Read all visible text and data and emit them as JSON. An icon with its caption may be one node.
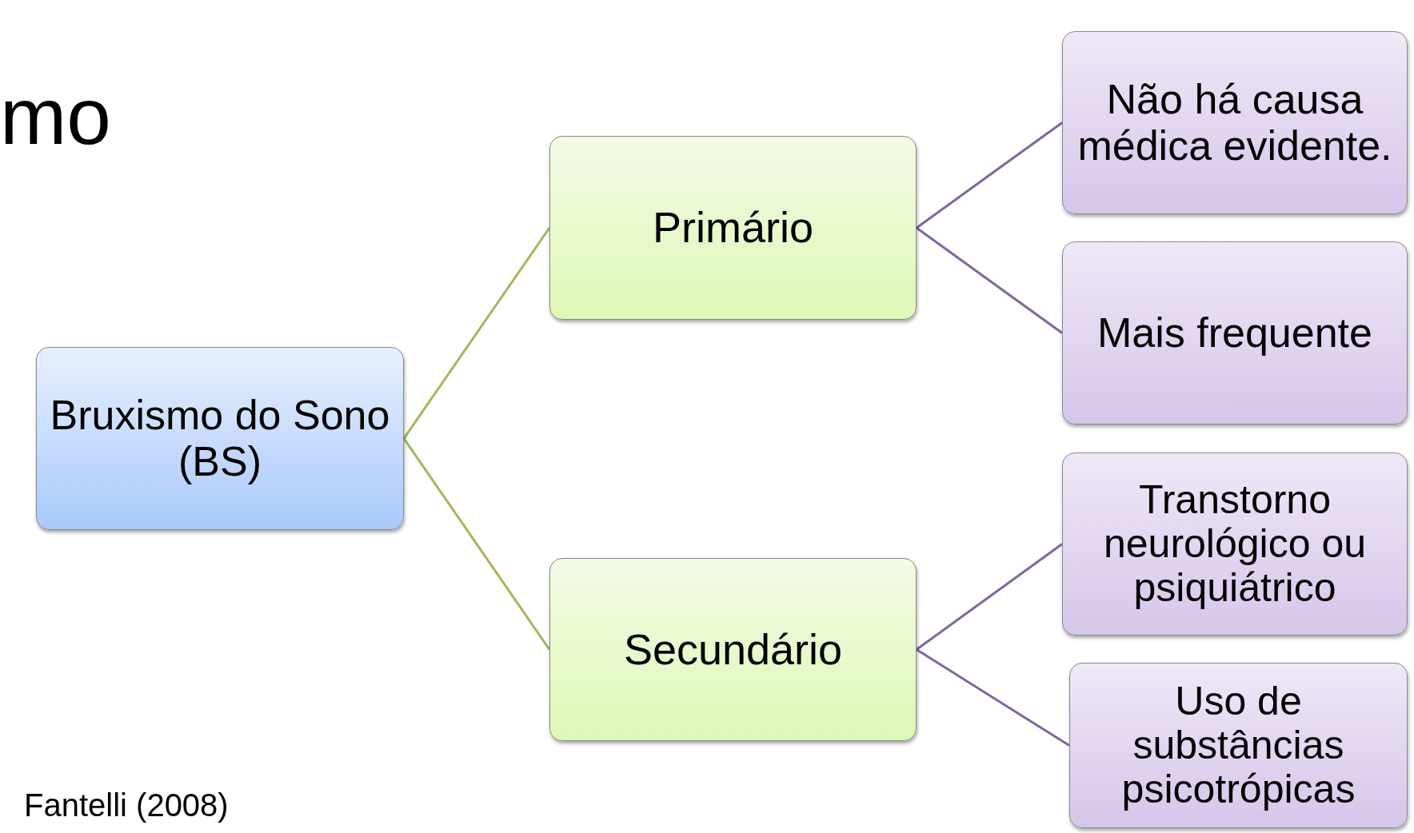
{
  "diagram": {
    "title": "mo",
    "nodes": [
      {
        "text": [
          "Bruxismo do Sono (BS)"
        ]
      },
      {
        "text": [
          "Primário"
        ]
      },
      {
        "text": [
          "Não há causa médica evidente."
        ]
      },
      {
        "text": [
          "Mais frequente"
        ]
      },
      {
        "text": [
          "Secundário"
        ]
      },
      {
        "text": [
          "Transtorno neurológico ou psiquiátrico"
        ]
      },
      {
        "text": [
          "Uso de substâncias psicotrópicas"
        ]
      }
    ],
    "edges": [
      {
        "from": 0,
        "to": 1,
        "arrow": "none",
        "color": "#9bbb59"
      },
      {
        "from": 0,
        "to": 4,
        "arrow": "none",
        "color": "#9bbb59"
      },
      {
        "from": 1,
        "to": 2,
        "arrow": "none"
      },
      {
        "from": 1,
        "to": 3,
        "arrow": "none"
      },
      {
        "from": 4,
        "to": 5,
        "arrow": "none"
      },
      {
        "from": 4,
        "to": 6,
        "arrow": "none"
      }
    ],
    "labels": [
      "Fantelli (2008)"
    ]
  }
}
